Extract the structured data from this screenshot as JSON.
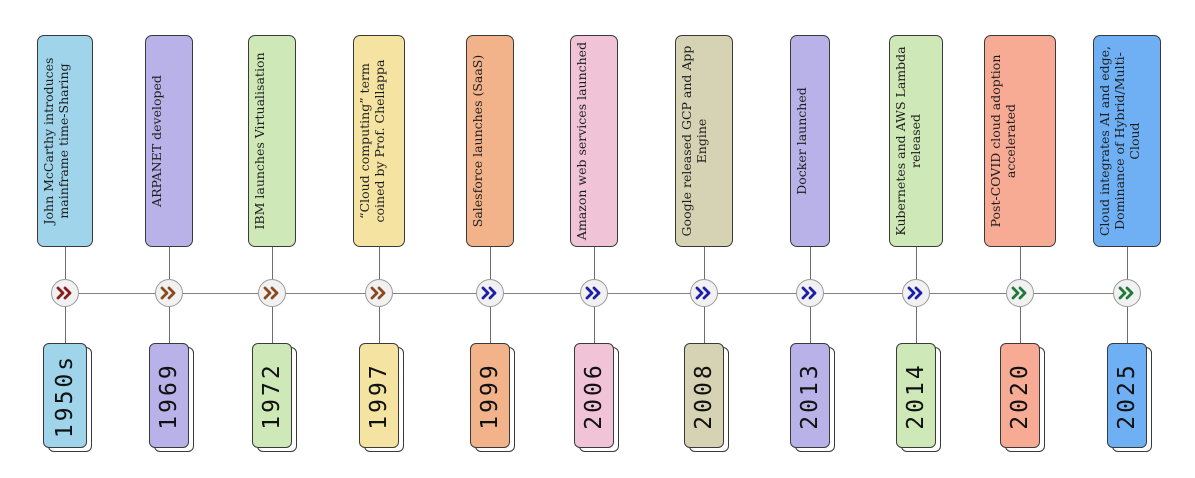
{
  "events": [
    {
      "year": "1950s",
      "text": "John McCarthy introduces mainframe time-Sharing",
      "color": "#9fd4ea",
      "arrow_color": "#8b1c1c"
    },
    {
      "year": "1969",
      "text": "ARPANET developed",
      "color": "#b9b2e8",
      "arrow_color": "#8a4a20"
    },
    {
      "year": "1972",
      "text": "IBM launches Virtualisation",
      "color": "#cfe8b7",
      "arrow_color": "#8a4a20"
    },
    {
      "year": "1997",
      "text": "“Cloud computing” term coined by Prof. Chellappa",
      "color": "#f5e3a1",
      "arrow_color": "#8a4a20"
    },
    {
      "year": "1999",
      "text": "Salesforce launches (SaaS)",
      "color": "#f3b38a",
      "arrow_color": "#1d1dab"
    },
    {
      "year": "2006",
      "text": "Amazon web services launched",
      "color": "#f0c3d6",
      "arrow_color": "#1d1dab"
    },
    {
      "year": "2008",
      "text": "Google released GCP and App Engine",
      "color": "#d6d2b4",
      "arrow_color": "#1d1dab"
    },
    {
      "year": "2013",
      "text": "Docker launched",
      "color": "#b9b2e8",
      "arrow_color": "#1d1dab"
    },
    {
      "year": "2014",
      "text": "Kubernetes and AWS Lambda released",
      "color": "#cfe8b7",
      "arrow_color": "#1d1dab"
    },
    {
      "year": "2020",
      "text": "Post-COVID cloud adoption accelerated",
      "color": "#f7ab94",
      "arrow_color": "#1f7a3a"
    },
    {
      "year": "2025",
      "text": "Cloud integrates AI and edge, Dominance of Hybrid/Multi-Cloud",
      "color": "#6fb0f5",
      "arrow_color": "#1f7a3a"
    }
  ]
}
